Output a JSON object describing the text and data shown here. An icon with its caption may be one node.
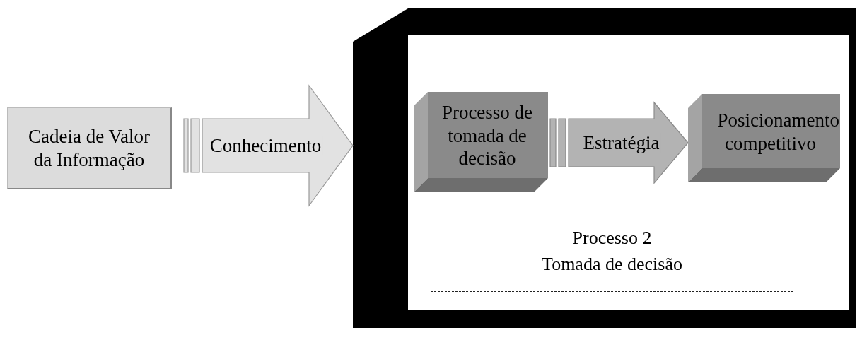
{
  "diagram": {
    "nodes": [
      {
        "text": [
          "Cadeia de Valor da Informação"
        ]
      },
      {
        "text": [],
        "shape": "box"
      },
      {
        "text": [
          "Processo de tomada de decisão"
        ],
        "in": 1
      },
      {
        "text": [
          "Posicionamento competitivo"
        ],
        "in": 1
      },
      {
        "text": [
          "Processo 2 Tomada de decisão"
        ],
        "in": 1
      }
    ],
    "edges": [
      {
        "from": 0,
        "to": 1,
        "arrow": "to",
        "label": "Conhecimento"
      },
      {
        "from": 2,
        "to": 3,
        "arrow": "to",
        "label": "Estratégia"
      }
    ]
  }
}
